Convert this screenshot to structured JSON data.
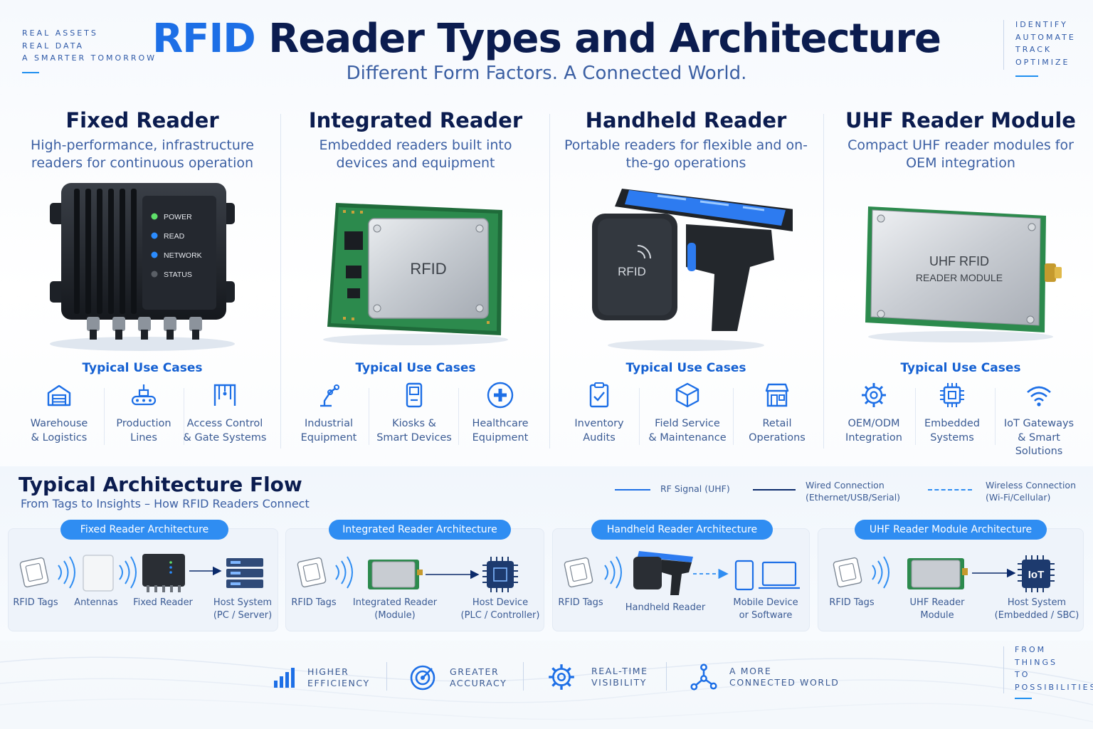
{
  "header": {
    "tagline_left": [
      "REAL ASSETS",
      "REAL DATA",
      "A SMARTER TOMORROW"
    ],
    "title_accent": "RFID",
    "title_rest": "Reader Types and Architecture",
    "subtitle": "Different Form Factors. A Connected World.",
    "tagline_right": [
      "IDENTIFY",
      "AUTOMATE",
      "TRACK",
      "OPTIMIZE"
    ]
  },
  "use_cases_heading": "Typical Use Cases",
  "readers": [
    {
      "title": "Fixed Reader",
      "desc": "High-performance, infrastructure readers for continuous operation",
      "leds": [
        "POWER",
        "READ",
        "NETWORK",
        "STATUS"
      ],
      "use_cases": [
        {
          "label": "Warehouse\n& Logistics",
          "icon": "warehouse-icon"
        },
        {
          "label": "Production\nLines",
          "icon": "conveyor-icon"
        },
        {
          "label": "Access Control\n& Gate Systems",
          "icon": "gate-icon"
        }
      ]
    },
    {
      "title": "Integrated Reader",
      "desc": "Embedded readers built into devices and equipment",
      "device_label": "RFID",
      "use_cases": [
        {
          "label": "Industrial\nEquipment",
          "icon": "robot-arm-icon"
        },
        {
          "label": "Kiosks &\nSmart Devices",
          "icon": "kiosk-icon"
        },
        {
          "label": "Healthcare\nEquipment",
          "icon": "medical-cross-icon"
        }
      ]
    },
    {
      "title": "Handheld Reader",
      "desc": "Portable readers for flexible and on-the-go operations",
      "device_label": "RFID",
      "use_cases": [
        {
          "label": "Inventory\nAudits",
          "icon": "clipboard-check-icon"
        },
        {
          "label": "Field Service\n& Maintenance",
          "icon": "package-icon"
        },
        {
          "label": "Retail\nOperations",
          "icon": "storefront-icon"
        }
      ]
    },
    {
      "title": "UHF Reader Module",
      "desc": "Compact UHF reader modules for OEM integration",
      "device_label_1": "UHF RFID",
      "device_label_2": "READER MODULE",
      "use_cases": [
        {
          "label": "OEM/ODM\nIntegration",
          "icon": "gear-icon"
        },
        {
          "label": "Embedded\nSystems",
          "icon": "chip-icon"
        },
        {
          "label": "IoT Gateways\n& Smart Solutions",
          "icon": "wifi-icon"
        }
      ]
    }
  ],
  "architecture": {
    "title": "Typical Architecture Flow",
    "subtitle": "From Tags to Insights – How RFID Readers Connect",
    "legend": [
      {
        "label": "RF Signal (UHF)",
        "style": "solid"
      },
      {
        "label": "Wired Connection\n(Ethernet/USB/Serial)",
        "style": "solid"
      },
      {
        "label": "Wireless Connection\n(Wi-Fi/Cellular)",
        "style": "dashed"
      }
    ],
    "flows": [
      {
        "name": "Fixed Reader Architecture",
        "nodes": [
          "RFID Tags",
          "Antennas",
          "Fixed Reader",
          "Host System\n(PC / Server)"
        ]
      },
      {
        "name": "Integrated Reader Architecture",
        "nodes": [
          "RFID Tags",
          "Integrated Reader\n(Module)",
          "Host Device\n(PLC / Controller)"
        ]
      },
      {
        "name": "Handheld Reader Architecture",
        "nodes": [
          "RFID Tags",
          "Handheld Reader",
          "Mobile Device\nor Software"
        ]
      },
      {
        "name": "UHF Reader Module Architecture",
        "nodes": [
          "RFID Tags",
          "UHF Reader\nModule",
          "Host System\n(Embedded / SBC)"
        ],
        "host_chip_label": "IoT"
      }
    ]
  },
  "benefits": [
    {
      "label": "HIGHER\nEFFICIENCY",
      "icon": "bar-chart-icon"
    },
    {
      "label": "GREATER\nACCURACY",
      "icon": "target-icon"
    },
    {
      "label": "REAL-TIME\nVISIBILITY",
      "icon": "gear-icon"
    },
    {
      "label": "A MORE\nCONNECTED WORLD",
      "icon": "network-icon"
    }
  ],
  "footer_tagline": [
    "FROM",
    "THINGS",
    "TO",
    "POSSIBILITIES"
  ],
  "colors": {
    "navy": "#0b1c4f",
    "accent": "#1d6fe6",
    "pill": "#2f8df2",
    "muted": "#3b5b94"
  }
}
